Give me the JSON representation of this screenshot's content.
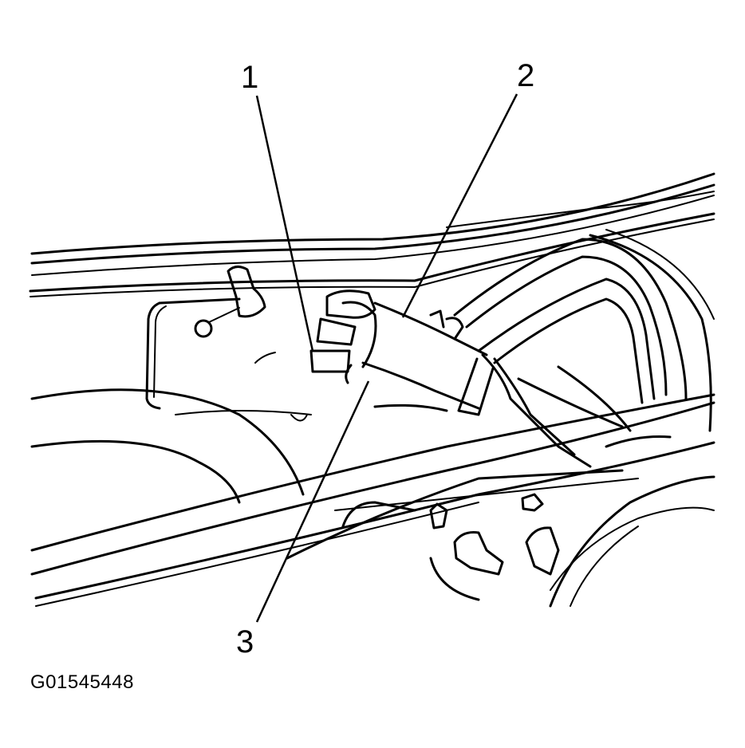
{
  "callouts": {
    "c1": "1",
    "c2": "2",
    "c3": "3"
  },
  "figure_id": "G01545448"
}
